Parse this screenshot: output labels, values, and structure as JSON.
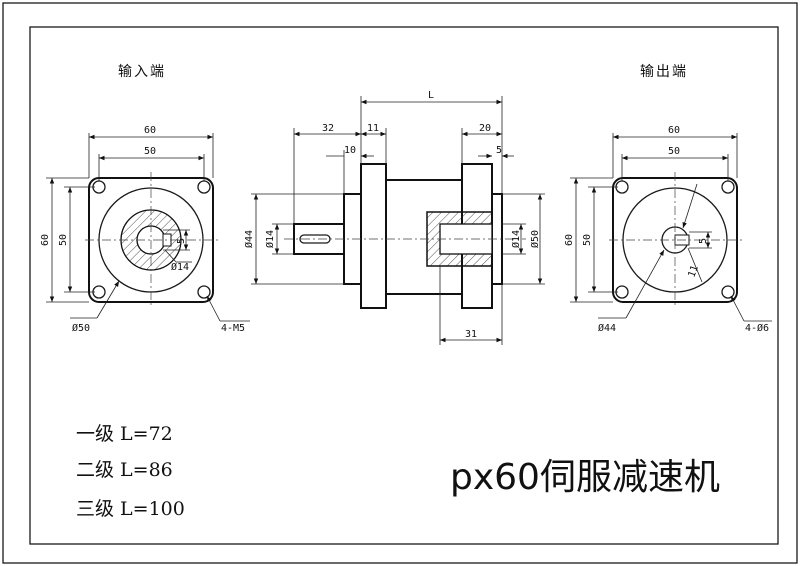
{
  "title": "px60伺服减速机",
  "input_label": "输入端",
  "output_label": "输出端",
  "stages": [
    "一级 L=72",
    "二级 L=86",
    "三级 L=100"
  ],
  "input_view": {
    "width_outer": "60",
    "width_inner": "50",
    "height_outer": "60",
    "height_inner": "50",
    "bore": "Ø14",
    "key": "5",
    "pilot": "Ø50",
    "holes": "4-M5"
  },
  "side_view": {
    "length": "L",
    "shaft_len": "32",
    "flange": "11",
    "key_len": "10",
    "out_len": "20",
    "out_key": "5",
    "bore_depth": "31",
    "dia_44": "Ø44",
    "dia_14_left": "Ø14",
    "dia_14_right": "Ø14",
    "dia_50": "Ø50"
  },
  "output_view": {
    "width_outer": "60",
    "width_inner": "50",
    "height_outer": "60",
    "height_inner": "50",
    "key": "5",
    "bore": "Ø44",
    "shaft": "11",
    "holes": "4-Ø6"
  }
}
